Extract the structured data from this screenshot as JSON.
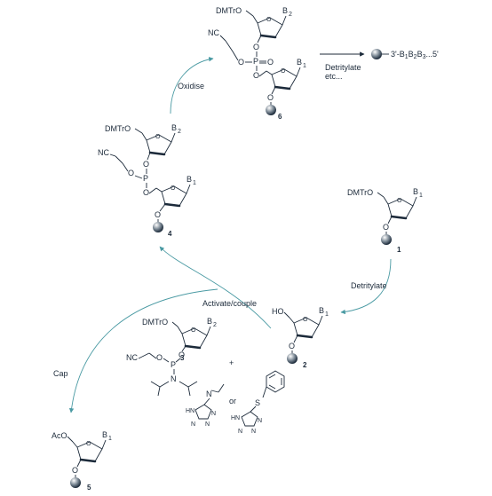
{
  "labels": {
    "dmtro": "DMTrO",
    "ho": "HO",
    "aco": "AcO",
    "nc": "NC",
    "p": "P",
    "o": "O",
    "n": "N",
    "b1": "B",
    "b2": "B",
    "sub1": "1",
    "sub2": "2",
    "hn": "HN",
    "tetrazole_n": "N",
    "plus": "+",
    "or": "or"
  },
  "steps": {
    "oxidise": "Oxidise",
    "detritylate_top": "Detritylate",
    "etc": "etc...",
    "detritylate_right": "Detritylate",
    "activate": "Activate/couple",
    "cap": "Cap"
  },
  "product": "3'-B",
  "product_tail": "...5'",
  "compounds": {
    "c1": "1",
    "c2": "2",
    "c3": "3",
    "c4": "4",
    "c5": "5",
    "c6": "6"
  },
  "colors": {
    "ink": "#1c2a3a",
    "arrow": "#4a9aa3"
  }
}
